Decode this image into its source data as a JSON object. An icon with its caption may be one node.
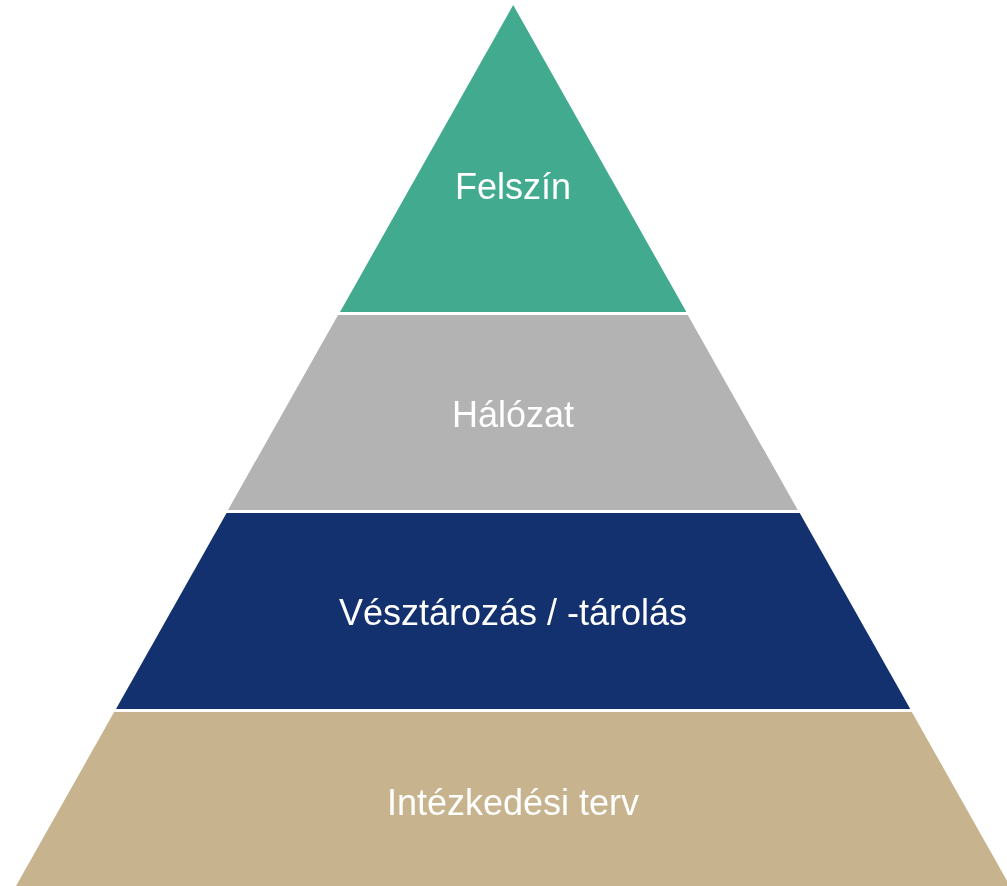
{
  "diagram": {
    "nodes": [
      {
        "text": [
          "Felszín"
        ]
      },
      {
        "text": [
          "Hálózat"
        ]
      },
      {
        "text": [
          "Vésztározás / -tárolás"
        ]
      },
      {
        "text": [
          "Intézkedési terv"
        ]
      }
    ]
  }
}
